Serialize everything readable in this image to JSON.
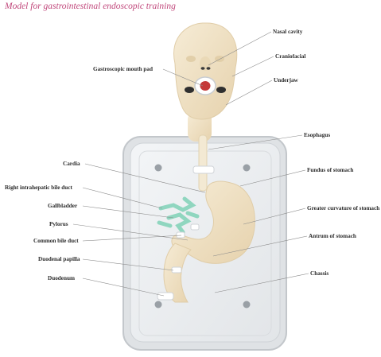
{
  "title": "Model for gastrointestinal endoscopic training",
  "labels": {
    "nasal_cavity": "Nasal cavity",
    "craniofacial": "Craniofacial",
    "gastroscopic_mouth_pad": "Gastroscopic mouth pad",
    "underjaw": "Underjaw",
    "esophagus": "Esophagus",
    "cardia": "Cardia",
    "fundus_of_stomach": "Fundus of stomach",
    "right_intrahepatic_bile_duct": "Right intrahepatic bile duct",
    "gallbladder": "Gallbladder",
    "greater_curvature_of_stomach": "Greater curvature of stomach",
    "pylorus": "Pylorus",
    "common_bile_duct": "Common bile duct",
    "antrum_of_stomach": "Antrum of stomach",
    "duodenal_papilla": "Duodenal papilla",
    "chassis": "Chassis",
    "duodenum": "Duodenum"
  },
  "colors": {
    "title": "#c0467a",
    "model_skin": "#f1e4c8",
    "bile_duct": "#7fd1b6",
    "chassis_frame": "#c9ccd0"
  }
}
